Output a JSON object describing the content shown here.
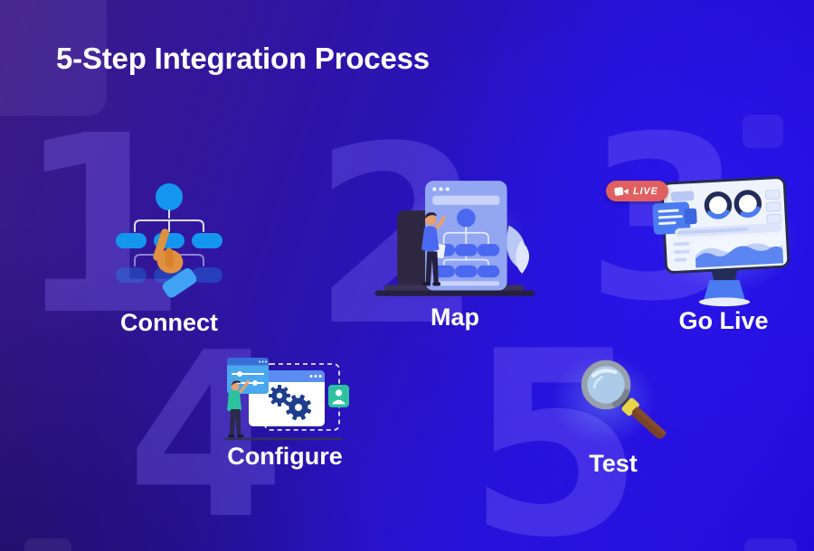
{
  "title": "5-Step Integration Process",
  "steps": [
    {
      "number": "1",
      "label": "Connect",
      "icon": "org-chart-click-icon"
    },
    {
      "number": "2",
      "label": "Map",
      "icon": "person-mapping-flowchart-icon"
    },
    {
      "number": "3",
      "label": "Go Live",
      "icon": "dashboard-monitor-icon",
      "badge": "LIVE"
    },
    {
      "number": "4",
      "label": "Configure",
      "icon": "gears-settings-window-icon"
    },
    {
      "number": "5",
      "label": "Test",
      "icon": "magnifying-glass-icon"
    }
  ],
  "colors": {
    "bg-start": "#3c1b82",
    "bg-mid": "#2d14a8",
    "bg-end": "#2009d6",
    "numeral": "rgba(143,122,255,0.28)",
    "accent-blue": "#1496ef",
    "node-blue": "#4b68f0",
    "card-periwinkle": "#93a6f2",
    "live-red": "#e05f5f",
    "teal": "#2cc2a0",
    "text": "#ffffff"
  }
}
